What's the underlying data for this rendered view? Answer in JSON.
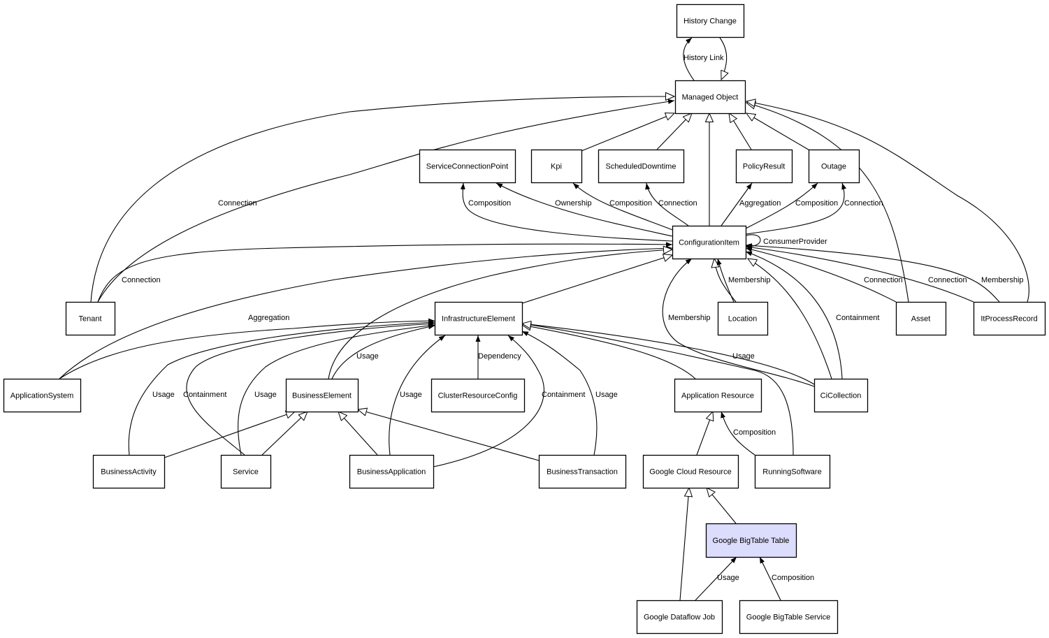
{
  "diagram": {
    "title": "",
    "nodes": [
      {
        "id": "history_change",
        "label": "History Change"
      },
      {
        "id": "managed_object",
        "label": "Managed Object"
      },
      {
        "id": "service_connection_point",
        "label": "ServiceConnectionPoint"
      },
      {
        "id": "kpi",
        "label": "Kpi"
      },
      {
        "id": "scheduled_downtime",
        "label": "ScheduledDowntime"
      },
      {
        "id": "policy_result",
        "label": "PolicyResult"
      },
      {
        "id": "outage",
        "label": "Outage"
      },
      {
        "id": "configuration_item",
        "label": "ConfigurationItem"
      },
      {
        "id": "tenant",
        "label": "Tenant"
      },
      {
        "id": "infrastructure_element",
        "label": "InfrastructureElement"
      },
      {
        "id": "location",
        "label": "Location"
      },
      {
        "id": "asset",
        "label": "Asset"
      },
      {
        "id": "it_process_record",
        "label": "ItProcessRecord"
      },
      {
        "id": "application_system",
        "label": "ApplicationSystem"
      },
      {
        "id": "business_element",
        "label": "BusinessElement"
      },
      {
        "id": "cluster_resource_config",
        "label": "ClusterResourceConfig"
      },
      {
        "id": "application_resource",
        "label": "Application Resource"
      },
      {
        "id": "ci_collection",
        "label": "CiCollection"
      },
      {
        "id": "business_activity",
        "label": "BusinessActivity"
      },
      {
        "id": "service",
        "label": "Service"
      },
      {
        "id": "business_application",
        "label": "BusinessApplication"
      },
      {
        "id": "business_transaction",
        "label": "BusinessTransaction"
      },
      {
        "id": "google_cloud_resource",
        "label": "Google Cloud Resource"
      },
      {
        "id": "running_software",
        "label": "RunningSoftware"
      },
      {
        "id": "google_bigtable_table",
        "label": "Google BigTable Table",
        "highlighted": true
      },
      {
        "id": "google_dataflow_job",
        "label": "Google Dataflow Job"
      },
      {
        "id": "google_bigtable_service",
        "label": "Google BigTable Service"
      }
    ],
    "edges": [
      {
        "from": "managed_object",
        "to": "history_change",
        "type": "association",
        "label": "History Link"
      },
      {
        "from": "history_change",
        "to": "managed_object",
        "type": "inheritance",
        "label": ""
      },
      {
        "from": "tenant",
        "to": "managed_object",
        "type": "inheritance",
        "label": ""
      },
      {
        "from": "tenant",
        "to": "managed_object",
        "type": "association",
        "label": "Connection"
      },
      {
        "from": "kpi",
        "to": "managed_object",
        "type": "inheritance",
        "label": ""
      },
      {
        "from": "scheduled_downtime",
        "to": "managed_object",
        "type": "inheritance",
        "label": ""
      },
      {
        "from": "configuration_item",
        "to": "managed_object",
        "type": "inheritance",
        "label": ""
      },
      {
        "from": "policy_result",
        "to": "managed_object",
        "type": "inheritance",
        "label": ""
      },
      {
        "from": "outage",
        "to": "managed_object",
        "type": "inheritance",
        "label": ""
      },
      {
        "from": "asset",
        "to": "managed_object",
        "type": "inheritance",
        "label": ""
      },
      {
        "from": "it_process_record",
        "to": "managed_object",
        "type": "inheritance",
        "label": ""
      },
      {
        "from": "configuration_item",
        "to": "service_connection_point",
        "type": "association",
        "label": "Composition"
      },
      {
        "from": "configuration_item",
        "to": "service_connection_point",
        "type": "association",
        "label": "Ownership"
      },
      {
        "from": "configuration_item",
        "to": "kpi",
        "type": "association",
        "label": "Composition"
      },
      {
        "from": "configuration_item",
        "to": "scheduled_downtime",
        "type": "association",
        "label": "Connection"
      },
      {
        "from": "configuration_item",
        "to": "policy_result",
        "type": "association",
        "label": "Aggregation"
      },
      {
        "from": "configuration_item",
        "to": "outage",
        "type": "association",
        "label": "Composition"
      },
      {
        "from": "configuration_item",
        "to": "outage",
        "type": "association",
        "label": "Connection"
      },
      {
        "from": "configuration_item",
        "to": "configuration_item",
        "type": "association",
        "label": "ConsumerProvider"
      },
      {
        "from": "tenant",
        "to": "configuration_item",
        "type": "association",
        "label": "Connection"
      },
      {
        "from": "application_system",
        "to": "configuration_item",
        "type": "association",
        "label": "Aggregation"
      },
      {
        "from": "business_element",
        "to": "configuration_item",
        "type": "inheritance",
        "label": ""
      },
      {
        "from": "infrastructure_element",
        "to": "configuration_item",
        "type": "inheritance",
        "label": ""
      },
      {
        "from": "location",
        "to": "configuration_item",
        "type": "inheritance",
        "label": ""
      },
      {
        "from": "location",
        "to": "configuration_item",
        "type": "association",
        "label": "Membership"
      },
      {
        "from": "ci_collection",
        "to": "configuration_item",
        "type": "association",
        "label": "Membership"
      },
      {
        "from": "ci_collection",
        "to": "configuration_item",
        "type": "inheritance",
        "label": ""
      },
      {
        "from": "ci_collection",
        "to": "configuration_item",
        "type": "association",
        "label": "Containment"
      },
      {
        "from": "asset",
        "to": "configuration_item",
        "type": "association",
        "label": "Connection"
      },
      {
        "from": "it_process_record",
        "to": "configuration_item",
        "type": "association",
        "label": "Connection"
      },
      {
        "from": "it_process_record",
        "to": "configuration_item",
        "type": "association",
        "label": "Membership"
      },
      {
        "from": "application_system",
        "to": "infrastructure_element",
        "type": "association",
        "label": ""
      },
      {
        "from": "business_activity",
        "to": "infrastructure_element",
        "type": "association",
        "label": "Usage"
      },
      {
        "from": "service",
        "to": "infrastructure_element",
        "type": "association",
        "label": "Containment"
      },
      {
        "from": "service",
        "to": "infrastructure_element",
        "type": "association",
        "label": "Usage"
      },
      {
        "from": "business_element",
        "to": "infrastructure_element",
        "type": "association",
        "label": "Usage"
      },
      {
        "from": "business_application",
        "to": "infrastructure_element",
        "type": "association",
        "label": "Usage"
      },
      {
        "from": "cluster_resource_config",
        "to": "infrastructure_element",
        "type": "association",
        "label": "Dependency"
      },
      {
        "from": "business_application",
        "to": "infrastructure_element",
        "type": "association",
        "label": "Containment"
      },
      {
        "from": "business_transaction",
        "to": "infrastructure_element",
        "type": "association",
        "label": "Usage"
      },
      {
        "from": "application_resource",
        "to": "infrastructure_element",
        "type": "inheritance",
        "label": ""
      },
      {
        "from": "ci_collection",
        "to": "infrastructure_element",
        "type": "association",
        "label": "Usage"
      },
      {
        "from": "running_software",
        "to": "infrastructure_element",
        "type": "inheritance",
        "label": ""
      },
      {
        "from": "business_activity",
        "to": "business_element",
        "type": "inheritance",
        "label": ""
      },
      {
        "from": "service",
        "to": "business_element",
        "type": "inheritance",
        "label": ""
      },
      {
        "from": "business_application",
        "to": "business_element",
        "type": "inheritance",
        "label": ""
      },
      {
        "from": "business_transaction",
        "to": "business_element",
        "type": "inheritance",
        "label": ""
      },
      {
        "from": "google_cloud_resource",
        "to": "application_resource",
        "type": "inheritance",
        "label": ""
      },
      {
        "from": "running_software",
        "to": "application_resource",
        "type": "association",
        "label": "Composition"
      },
      {
        "from": "google_dataflow_job",
        "to": "google_cloud_resource",
        "type": "inheritance",
        "label": ""
      },
      {
        "from": "google_bigtable_table",
        "to": "google_cloud_resource",
        "type": "inheritance",
        "label": ""
      },
      {
        "from": "google_dataflow_job",
        "to": "google_bigtable_table",
        "type": "association",
        "label": "Usage"
      },
      {
        "from": "google_bigtable_service",
        "to": "google_bigtable_table",
        "type": "association",
        "label": "Composition"
      }
    ]
  }
}
